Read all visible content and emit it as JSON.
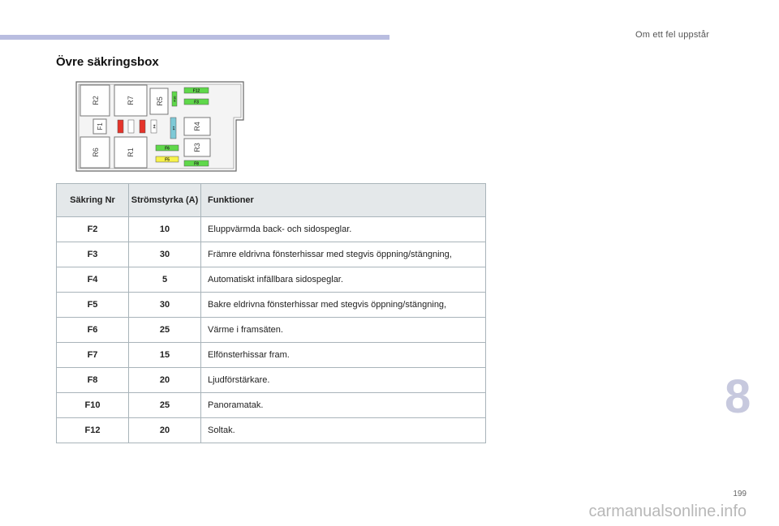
{
  "header": {
    "section_title": "Om ett fel uppstår"
  },
  "heading": "Övre säkringsbox",
  "diagram": {
    "relays": [
      "R2",
      "R7",
      "R5",
      "R4",
      "R6",
      "R1",
      "R3"
    ],
    "fuses": [
      "F12",
      "F3",
      "F1",
      "F2",
      "F7",
      "F6",
      "F5",
      "F8",
      "F10",
      "F4"
    ],
    "colors": {
      "green": "#5fd84a",
      "yellow": "#f7f24a",
      "red": "#e5332a",
      "blue": "#7ec9d6"
    }
  },
  "table": {
    "headers": {
      "nr": "Säkring Nr",
      "amp": "Strömstyrka (A)",
      "func": "Funktioner"
    },
    "rows": [
      {
        "nr": "F2",
        "amp": "10",
        "func": "Eluppvärmda back- och sidospeglar."
      },
      {
        "nr": "F3",
        "amp": "30",
        "func": "Främre eldrivna fönsterhissar med stegvis öppning/stängning,"
      },
      {
        "nr": "F4",
        "amp": "5",
        "func": "Automatiskt infällbara sidospeglar."
      },
      {
        "nr": "F5",
        "amp": "30",
        "func": "Bakre eldrivna fönsterhissar med stegvis öppning/stängning,"
      },
      {
        "nr": "F6",
        "amp": "25",
        "func": "Värme i framsäten."
      },
      {
        "nr": "F7",
        "amp": "15",
        "func": "Elfönsterhissar fram."
      },
      {
        "nr": "F8",
        "amp": "20",
        "func": "Ljudförstärkare."
      },
      {
        "nr": "F10",
        "amp": "25",
        "func": "Panoramatak."
      },
      {
        "nr": "F12",
        "amp": "20",
        "func": "Soltak."
      }
    ]
  },
  "chapter_number": "8",
  "page_number": "199",
  "watermark": "carmanualsonline.info"
}
